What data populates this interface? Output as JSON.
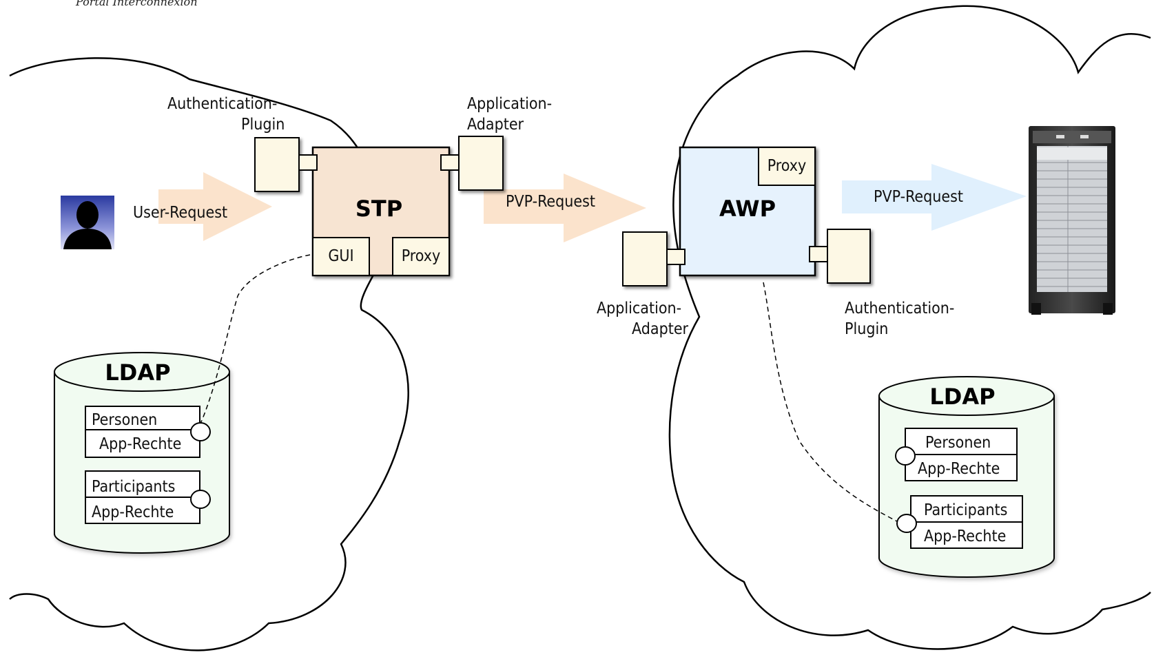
{
  "caption": "Portal Interconnexion",
  "left_site": {
    "auth_plugin_label": [
      "Authentication-",
      "Plugin"
    ],
    "app_adapter_label": [
      "Application-",
      "Adapter"
    ],
    "stp": {
      "title": "STP",
      "gui": "GUI",
      "proxy": "Proxy"
    },
    "user_request": "User-Request",
    "ldap": {
      "title": "LDAP",
      "personen": "Personen",
      "personen_rights": "App-Rechte",
      "participants": "Participants",
      "participants_rights": "App-Rechte"
    }
  },
  "middle": {
    "pvp_request": "PVP-Request"
  },
  "right_site": {
    "awp": {
      "title": "AWP",
      "proxy": "Proxy"
    },
    "app_adapter_label": [
      "Application-",
      "Adapter"
    ],
    "auth_plugin_label": [
      "Authentication-",
      "Plugin"
    ],
    "pvp_request": "PVP-Request",
    "ldap": {
      "title": "LDAP",
      "personen": "Personen",
      "personen_rights": "App-Rechte",
      "participants": "Participants",
      "participants_rights": "App-Rechte"
    }
  },
  "icons": [
    "user-avatar-icon",
    "server-rack-icon"
  ],
  "colors": {
    "stp_fill": "#f7e4d2",
    "awp_fill": "#e6f2fd",
    "adapter_fill": "#fdf8e5",
    "arrow_peach": "#fbe3cc",
    "arrow_blue": "#e0f0fd",
    "ldap_fill": "#f1fbf1"
  }
}
